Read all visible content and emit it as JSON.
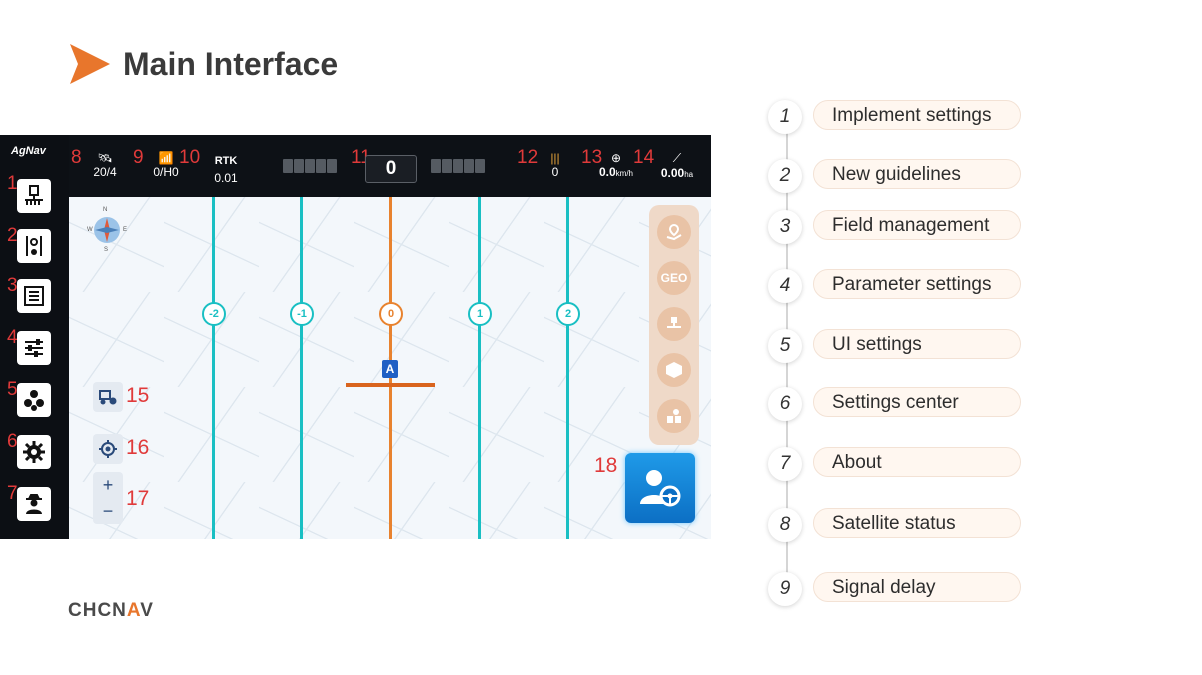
{
  "slide": {
    "title": "Main Interface",
    "brand_left": "CHCN",
    "brand_accent": "A",
    "brand_right": "V",
    "accent_color": "#e8762c"
  },
  "app": {
    "logo": "AgNav",
    "sidebar": [
      {
        "num": "1",
        "icon": "implement-icon"
      },
      {
        "num": "2",
        "icon": "guideline-icon"
      },
      {
        "num": "3",
        "icon": "field-icon"
      },
      {
        "num": "4",
        "icon": "sliders-icon"
      },
      {
        "num": "5",
        "icon": "ui-icon"
      },
      {
        "num": "6",
        "icon": "gear-icon"
      },
      {
        "num": "7",
        "icon": "farmer-icon"
      }
    ],
    "topbar": {
      "sat_num": "8",
      "sat_value": "20/4",
      "signal_num": "9",
      "signal_value": "0/H0",
      "rtk_num": "10",
      "rtk_label": "RTK",
      "rtk_value": "0.01",
      "lightbar_num": "11",
      "center_value": "0",
      "n12": "12",
      "v12": "0",
      "n13": "13",
      "v13": "0.0",
      "u13": "km/h",
      "n14": "14",
      "v14": "0.00",
      "u14": "ha"
    },
    "compass": {
      "n": "N",
      "s": "S",
      "w": "W",
      "e": "E"
    },
    "guides": [
      "-2",
      "-1",
      "0",
      "1",
      "2"
    ],
    "vehicle_label": "A",
    "right_panel": {
      "geo_label": "GEO"
    },
    "zoom_in": "+",
    "zoom_out": "−",
    "map_nums": {
      "n15": "15",
      "n16": "16",
      "n17": "17",
      "n18": "18"
    }
  },
  "legend": [
    {
      "num": "1",
      "label": "Implement settings"
    },
    {
      "num": "2",
      "label": "New guidelines"
    },
    {
      "num": "3",
      "label": "Field management"
    },
    {
      "num": "4",
      "label": "Parameter settings"
    },
    {
      "num": "5",
      "label": "UI settings"
    },
    {
      "num": "6",
      "label": "Settings center"
    },
    {
      "num": "7",
      "label": "About"
    },
    {
      "num": "8",
      "label": "Satellite status"
    },
    {
      "num": "9",
      "label": "Signal delay"
    }
  ]
}
